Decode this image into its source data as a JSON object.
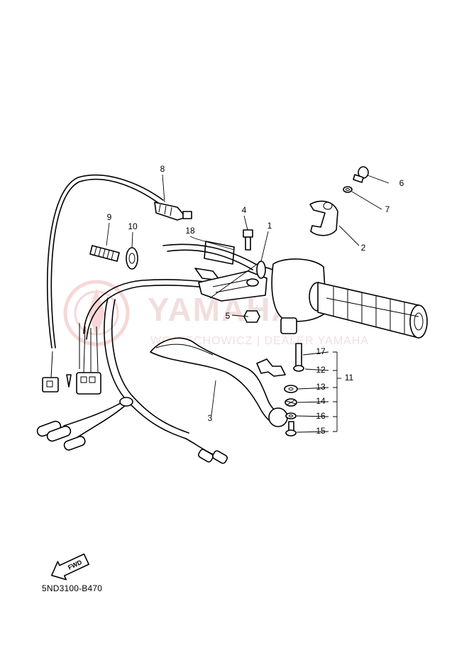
{
  "diagram": {
    "part_code": "5ND3100-B470",
    "fwd_label": "FWD",
    "callouts": [
      {
        "id": "1",
        "label": "1"
      },
      {
        "id": "2",
        "label": "2"
      },
      {
        "id": "3",
        "label": "3"
      },
      {
        "id": "4",
        "label": "4"
      },
      {
        "id": "5",
        "label": "5"
      },
      {
        "id": "6",
        "label": "6"
      },
      {
        "id": "7",
        "label": "7"
      },
      {
        "id": "8",
        "label": "8"
      },
      {
        "id": "9",
        "label": "9"
      },
      {
        "id": "10",
        "label": "10"
      },
      {
        "id": "11",
        "label": "11"
      },
      {
        "id": "12",
        "label": "12"
      },
      {
        "id": "13",
        "label": "13"
      },
      {
        "id": "14",
        "label": "14"
      },
      {
        "id": "15",
        "label": "15"
      },
      {
        "id": "16",
        "label": "16"
      },
      {
        "id": "17",
        "label": "17"
      },
      {
        "id": "18",
        "label": "18"
      }
    ]
  },
  "watermark": {
    "brand": "YAMAHA",
    "tagline": "WOJTECHOWICZ | DEALER YAMAHA",
    "color": "#f2b8b8"
  }
}
